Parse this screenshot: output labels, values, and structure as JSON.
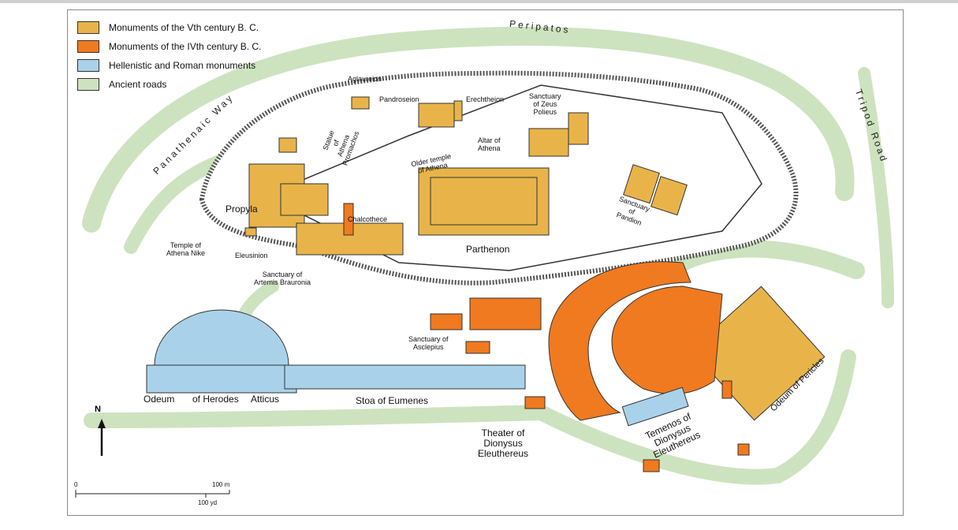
{
  "legend": [
    {
      "label": "Monuments of the Vth century B. C.",
      "color": "#e8b44a"
    },
    {
      "label": "Monuments of the IVth century B. C.",
      "color": "#f07a1f"
    },
    {
      "label": "Hellenistic and Roman monuments",
      "color": "#a9d2ea"
    },
    {
      "label": "Ancient roads",
      "color": "#cde3bf"
    }
  ],
  "roads": {
    "peripatos": "Peripatos",
    "panathenaic": "Panathenaic Way",
    "tripod": "Tripod Road"
  },
  "labels": {
    "aglaureion": "Aglaureion",
    "pandroseion": "Pandroseion",
    "erechtheion": "Erechtheion",
    "zeus": "Sanctuary\nof Zeus\nPolieus",
    "altar": "Altar of\nAthena",
    "older_temple": "Older temple\nof Athena",
    "statue": "Statue\nof\nAthena\nPromachos",
    "propyla": "Propyla",
    "chalcotheke": "Chalcothece",
    "parthenon": "Parthenon",
    "pandion": "Sanctuary\nof\nPandion",
    "nike": "Temple of\nAthena Nike",
    "eleusinion": "Eleusinion",
    "artemis": "Sanctuary of\nArtemis Brauronia",
    "asclepius": "Sanctuary of\nAsclepius",
    "odeum": "Odeum",
    "of_herodes": "of Herodes",
    "atticus": "Atticus",
    "stoa": "Stoa of Eumenes",
    "theater": "Theater of\nDionysus\nEleuthereus",
    "temenos": "Temenos of\nDionysus\nEleuthereus",
    "pericles": "Odeum of Pericles"
  },
  "compass": {
    "north": "N"
  },
  "scale": {
    "zero": "0",
    "meters": "100 m",
    "yards": "100 yd"
  }
}
